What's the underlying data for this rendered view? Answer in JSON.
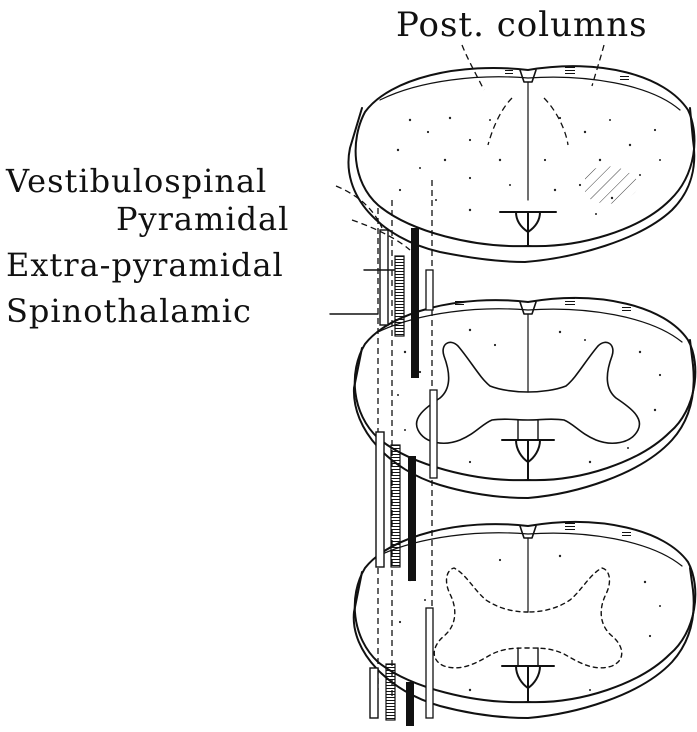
{
  "labels": {
    "posterior_columns": "Post. columns",
    "vestibulospinal": "Vestibulospinal",
    "pyramidal": "Pyramidal",
    "extrapyramidal": "Extra-pyramidal",
    "spinothalamic": "Spinothalamic"
  },
  "colors": {
    "ink": "#111111",
    "background": "#ffffff"
  }
}
